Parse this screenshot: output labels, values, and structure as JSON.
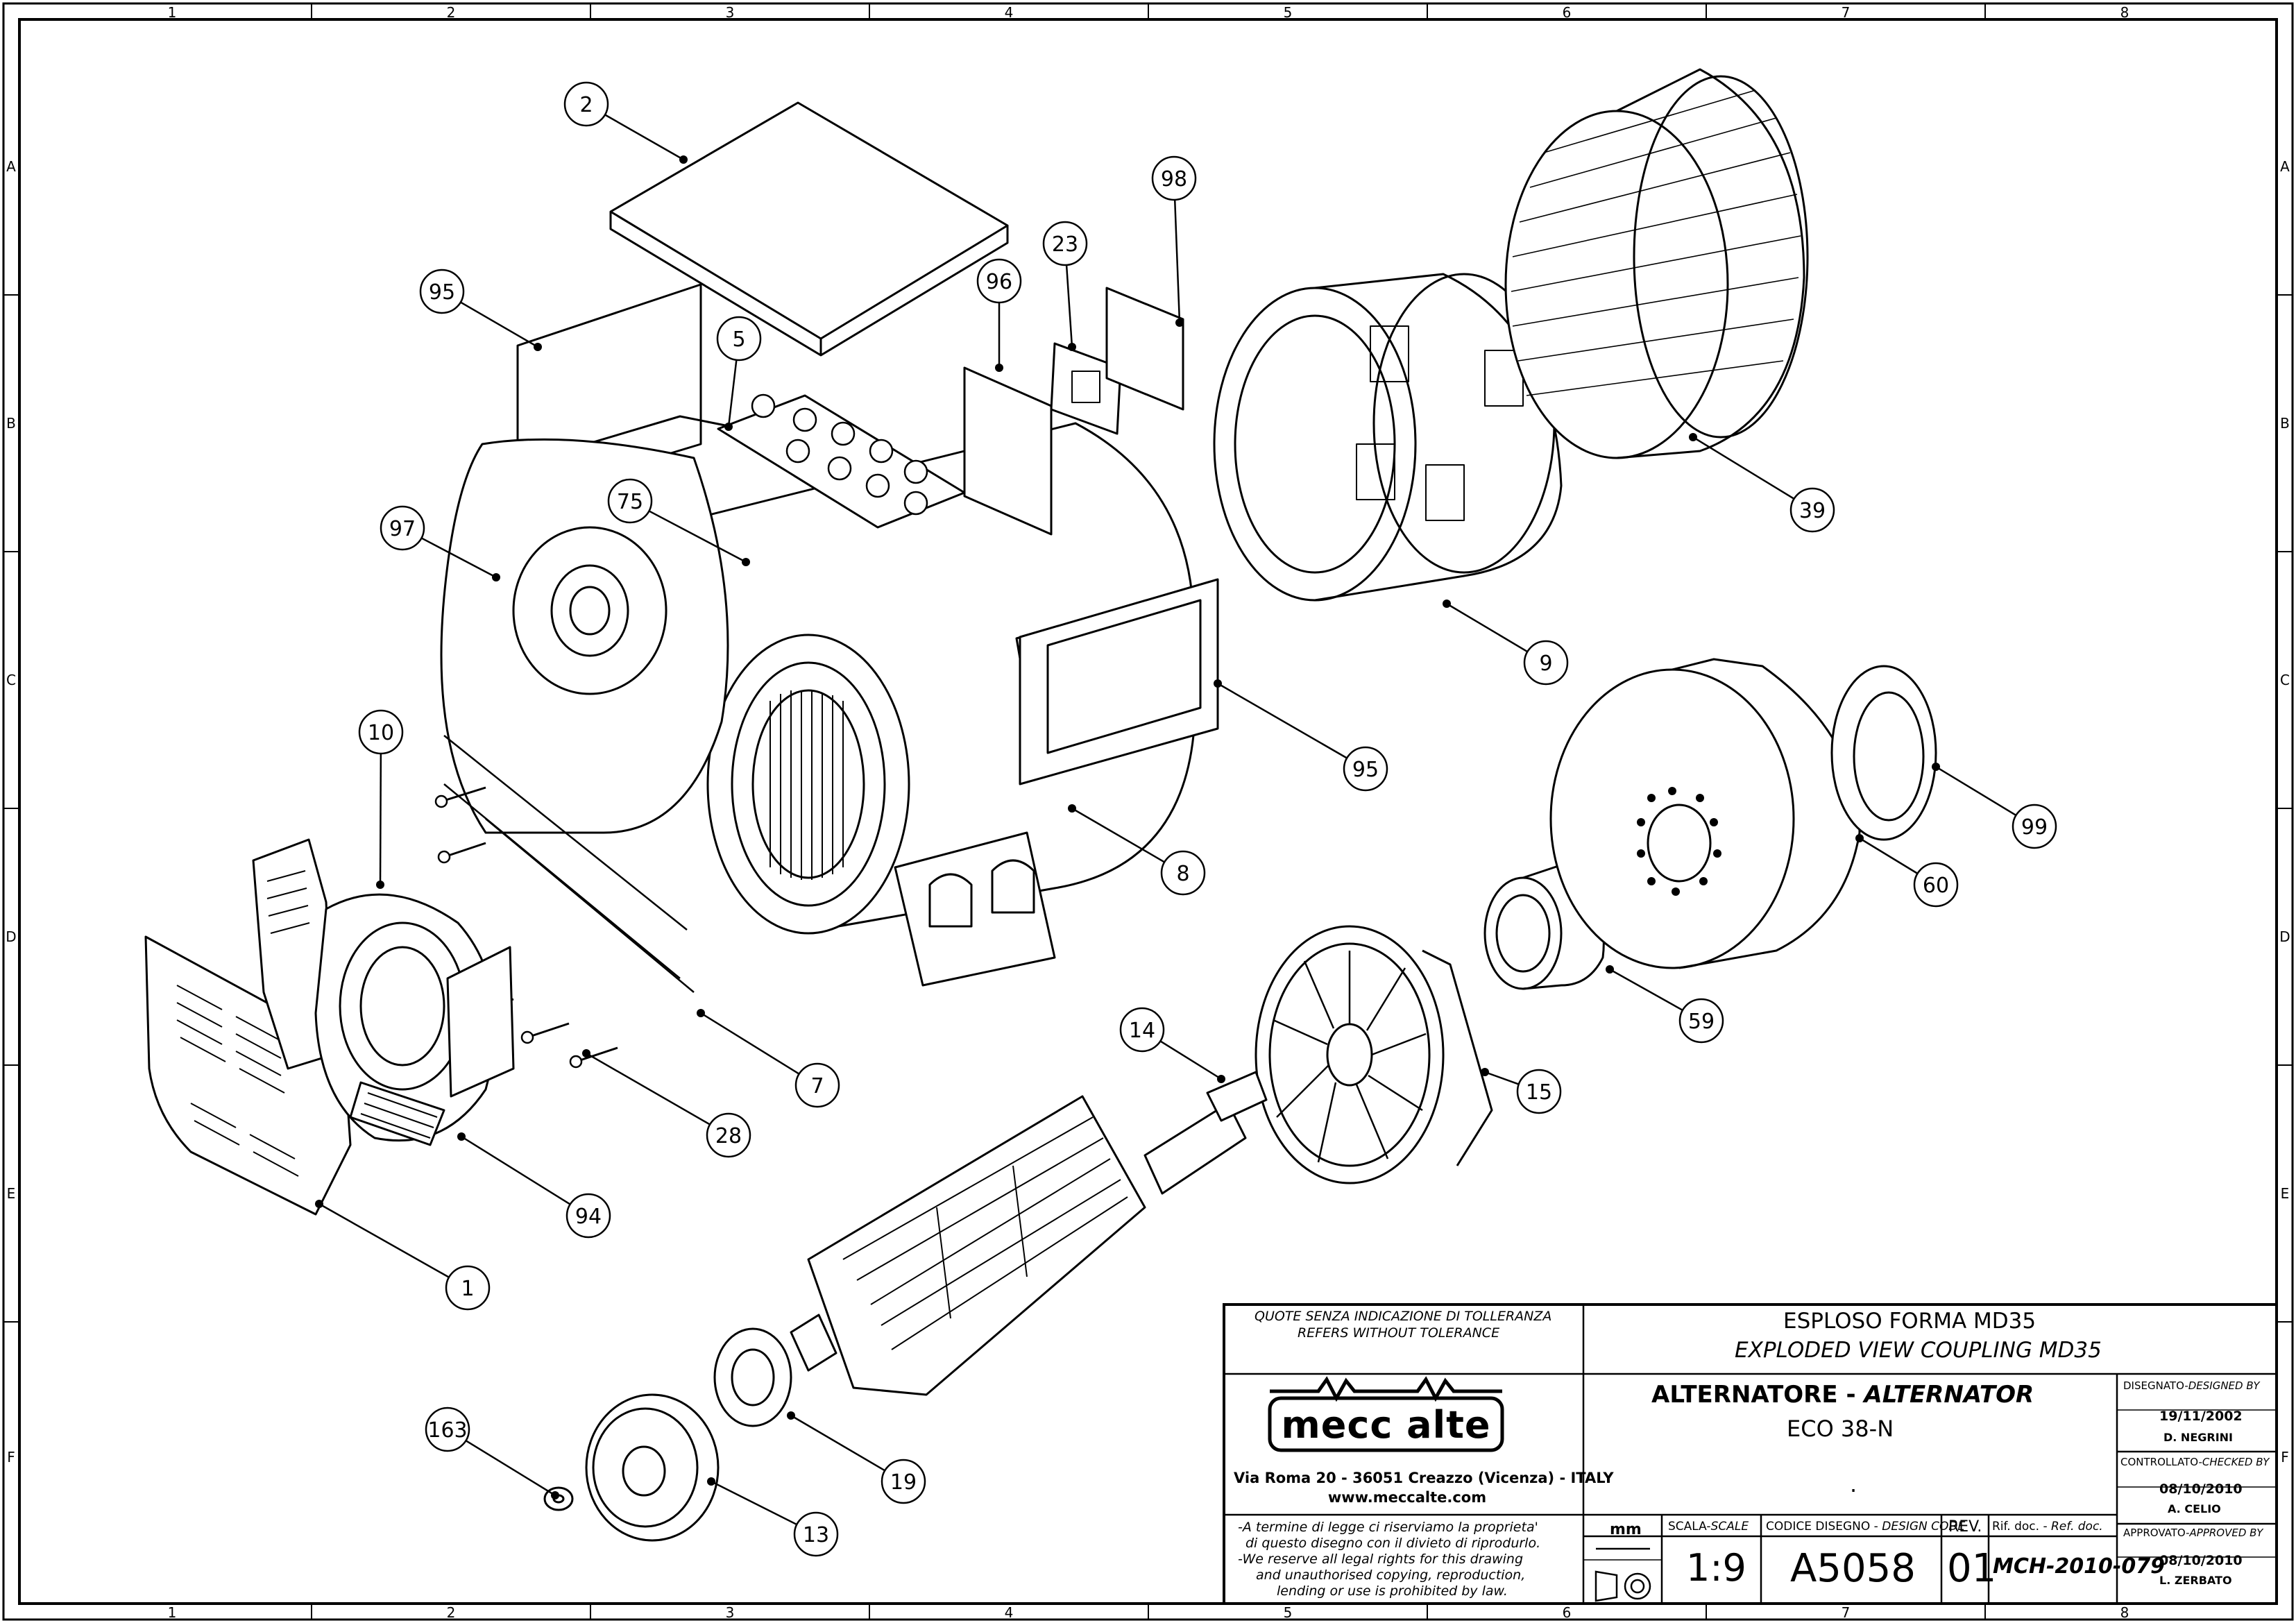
{
  "sheet": {
    "col_labels": [
      "1",
      "2",
      "3",
      "4",
      "5",
      "6",
      "7",
      "8"
    ],
    "row_labels": [
      "A",
      "B",
      "C",
      "D",
      "E",
      "F"
    ]
  },
  "callouts": [
    {
      "n": "2"
    },
    {
      "n": "95"
    },
    {
      "n": "5"
    },
    {
      "n": "23"
    },
    {
      "n": "96"
    },
    {
      "n": "98"
    },
    {
      "n": "39"
    },
    {
      "n": "97"
    },
    {
      "n": "75"
    },
    {
      "n": "9"
    },
    {
      "n": "95"
    },
    {
      "n": "10"
    },
    {
      "n": "99"
    },
    {
      "n": "60"
    },
    {
      "n": "8"
    },
    {
      "n": "59"
    },
    {
      "n": "7"
    },
    {
      "n": "14"
    },
    {
      "n": "15"
    },
    {
      "n": "28"
    },
    {
      "n": "94"
    },
    {
      "n": "1"
    },
    {
      "n": "163"
    },
    {
      "n": "19"
    },
    {
      "n": "13"
    }
  ],
  "title_block": {
    "tolerance_it": "QUOTE SENZA INDICAZIONE DI TOLLERANZA",
    "tolerance_en": "REFERS WITHOUT TOLERANCE",
    "title_it": "ESPLOSO FORMA MD35",
    "title_en": "EXPLODED VIEW COUPLING MD35",
    "product_it": "ALTERNATORE",
    "product_sep": "-",
    "product_en": "ALTERNATOR",
    "model": "ECO 38-N",
    "dot": ".",
    "logo_text": "mecc alte",
    "address": "Via Roma 20 - 36051 Creazzo (Vicenza) - ITALY",
    "website": "www.meccalte.com",
    "legal_1": "-A termine di legge ci riserviamo la proprieta'",
    "legal_2": "di questo disegno con il divieto di riprodurlo.",
    "legal_3": "-We reserve all legal rights for this drawing",
    "legal_4": "and unauthorised copying, reproduction,",
    "legal_5": "lending or use is prohibited by law.",
    "unit": "mm",
    "scale_label_it": "SCALA",
    "scale_label_en": "SCALE",
    "scale": "1:9",
    "code_label_it": "CODICE DISEGNO",
    "code_label_en": "DESIGN CODE",
    "code": "A5058",
    "rev_label": "REV.",
    "rev": "01",
    "ref_label_it": "Rif. doc.",
    "ref_label_en": "Ref. doc.",
    "ref": "MCH-2010-079",
    "designed_label_it": "DISEGNATO",
    "designed_label_en": "DESIGNED BY",
    "designed_date": "19/11/2002",
    "designed_name": "D. NEGRINI",
    "checked_label_it": "CONTROLLATO",
    "checked_label_en": "CHECKED BY",
    "checked_date": "08/10/2010",
    "checked_name": "A. CELIO",
    "approved_label_it": "APPROVATO",
    "approved_label_en": "APPROVED BY",
    "approved_date": "08/10/2010",
    "approved_name": "L. ZERBATO"
  }
}
